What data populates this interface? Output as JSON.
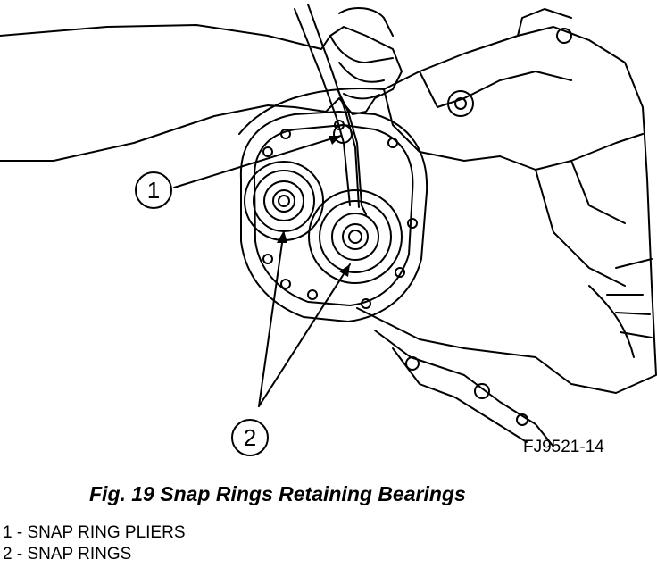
{
  "figure": {
    "ref_code": "FJ9521-14",
    "callouts": [
      {
        "number": "1"
      },
      {
        "number": "2"
      }
    ]
  },
  "caption": "Fig. 19 Snap Rings Retaining Bearings",
  "legend": [
    {
      "text": "1 - SNAP RING PLIERS"
    },
    {
      "text": "2 - SNAP RINGS"
    }
  ]
}
